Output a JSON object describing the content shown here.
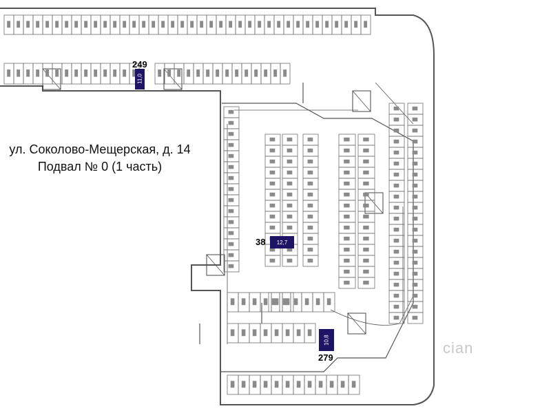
{
  "title": {
    "line1": "ул. Соколово-Мещерская, д. 14",
    "line2": "Подвал № 0 (1 часть)"
  },
  "highlights": [
    {
      "number": "249",
      "area": "11,0"
    },
    {
      "number": "38",
      "area": "12,7"
    },
    {
      "number": "279",
      "area": "10,8"
    }
  ],
  "watermark": "cian",
  "colors": {
    "highlight": "#1e1464",
    "line": "#3a3a3a",
    "wall": "#555555",
    "detail": "#6f6f6f"
  }
}
